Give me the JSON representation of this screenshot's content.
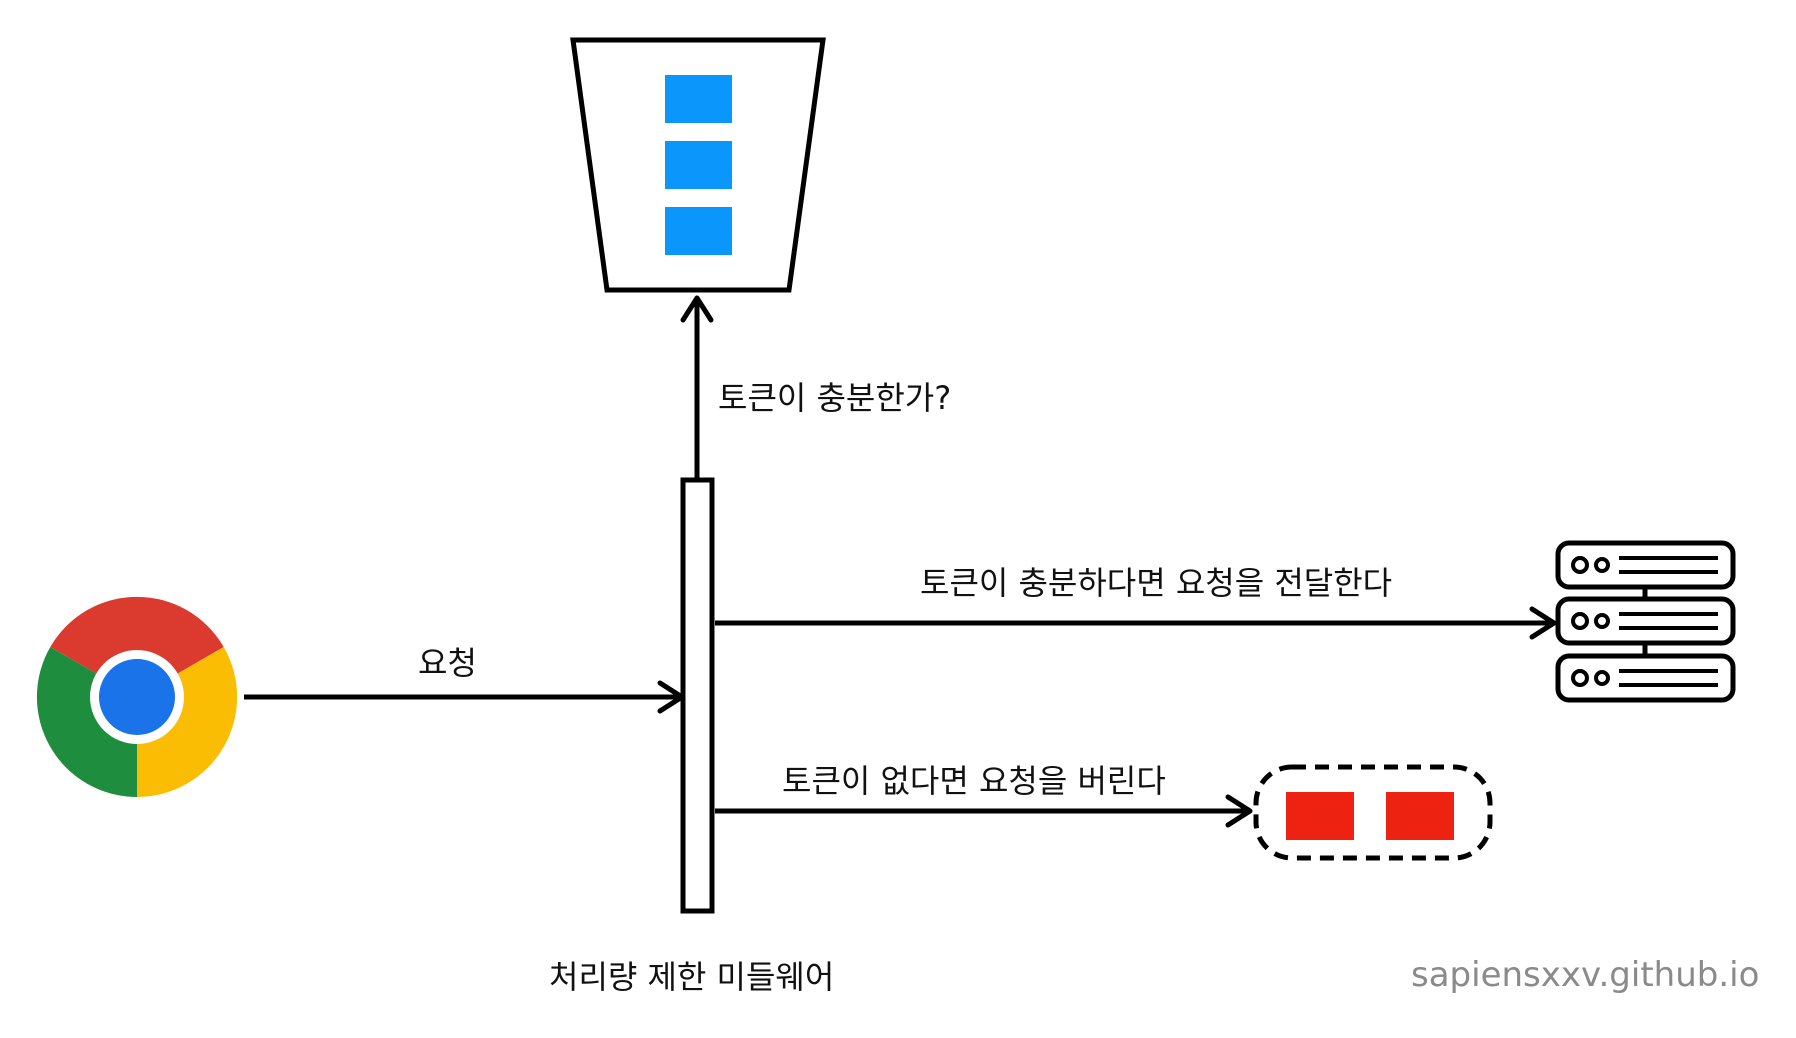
{
  "labels": {
    "request": "요청",
    "check_tokens": "토큰이 충분한가?",
    "forward": "토큰이 충분하다면 요청을 전달한다",
    "drop": "토큰이 없다면 요청을 버린다",
    "middleware": "처리량 제한 미들웨어"
  },
  "watermark": "sapiensxxv.github.io",
  "colors": {
    "token": "#0a96fb",
    "dropped": "#ee2211",
    "stroke": "#000000",
    "chrome_red": "#db3a2e",
    "chrome_yellow": "#fbbc04",
    "chrome_green": "#1e8e3e",
    "chrome_blue": "#1a73e8"
  },
  "icons": {
    "client": "chrome-browser-icon",
    "server": "server-rack-icon",
    "bucket": "token-bucket-icon"
  }
}
